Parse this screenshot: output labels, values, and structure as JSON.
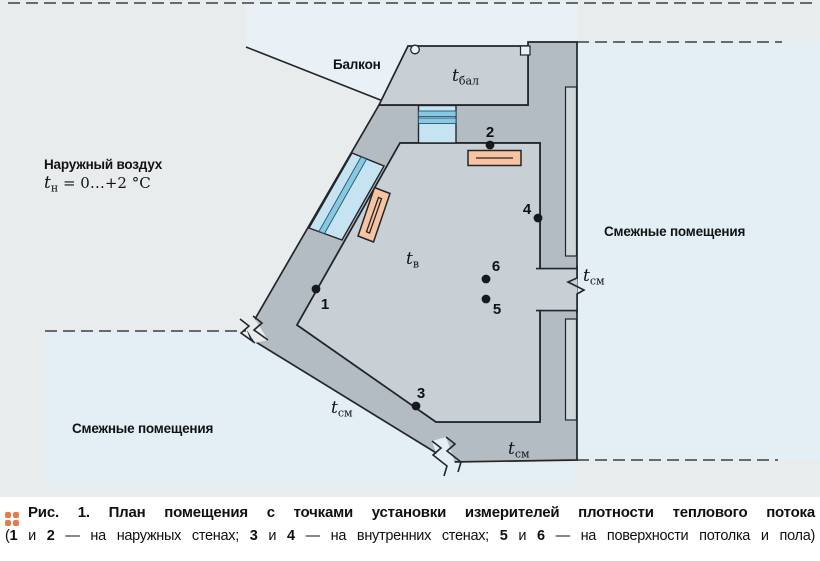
{
  "figure": {
    "labels": {
      "balcony": "Балкон",
      "outdoor_air_line1": "Наружный воздух",
      "outdoor_air_t": {
        "base": "t",
        "sub": "н",
        "rest": " = 0…+2 °С"
      },
      "t_bal": {
        "base": "t",
        "sub": "бал"
      },
      "t_v": {
        "base": "t",
        "sub": "в"
      },
      "t_sm": {
        "base": "t",
        "sub": "см"
      },
      "adjacent_rooms_right": "Смежные помещения",
      "adjacent_rooms_bottom": "Смежные помещения"
    },
    "points": [
      {
        "n": "1",
        "dot": [
          316,
          289
        ],
        "label": [
          325,
          309
        ]
      },
      {
        "n": "2",
        "dot": [
          490,
          145
        ],
        "label": [
          490,
          137
        ]
      },
      {
        "n": "3",
        "dot": [
          416,
          406
        ],
        "label": [
          421,
          398
        ]
      },
      {
        "n": "4",
        "dot": [
          538,
          218
        ],
        "label": [
          527,
          214
        ]
      },
      {
        "n": "5",
        "dot": [
          486,
          299
        ],
        "label": [
          497,
          314
        ]
      },
      {
        "n": "6",
        "dot": [
          486,
          279
        ],
        "label": [
          496,
          271
        ]
      }
    ],
    "colors": {
      "bg": "#e9eced",
      "bg_blue": "#e4eef5",
      "bg_blue_light": "#e9f1f7",
      "wall": "#b4bcc3",
      "wall_panel": "#cfd6da",
      "room": "#c9d0d5",
      "window": "#c6e3f2",
      "window_stripe": "#85c9e4",
      "radiator": "#f8c3a1",
      "outline": "#22262a",
      "accent": "#e87a4e"
    }
  },
  "caption": {
    "line1": "Рис. 1. План помещения с точками установки измерителей плотности теплового потока",
    "line2_segments": [
      {
        "t": "(",
        "b": false
      },
      {
        "t": "1",
        "b": true
      },
      {
        "t": " и ",
        "b": false
      },
      {
        "t": "2",
        "b": true
      },
      {
        "t": " — на наружных стенах; ",
        "b": false
      },
      {
        "t": "3",
        "b": true
      },
      {
        "t": " и ",
        "b": false
      },
      {
        "t": "4",
        "b": true
      },
      {
        "t": " — на внутренних стенах; ",
        "b": false
      },
      {
        "t": "5",
        "b": true
      },
      {
        "t": " и ",
        "b": false
      },
      {
        "t": "6",
        "b": true
      },
      {
        "t": " — на поверхности потолка и пола)",
        "b": false
      }
    ]
  }
}
